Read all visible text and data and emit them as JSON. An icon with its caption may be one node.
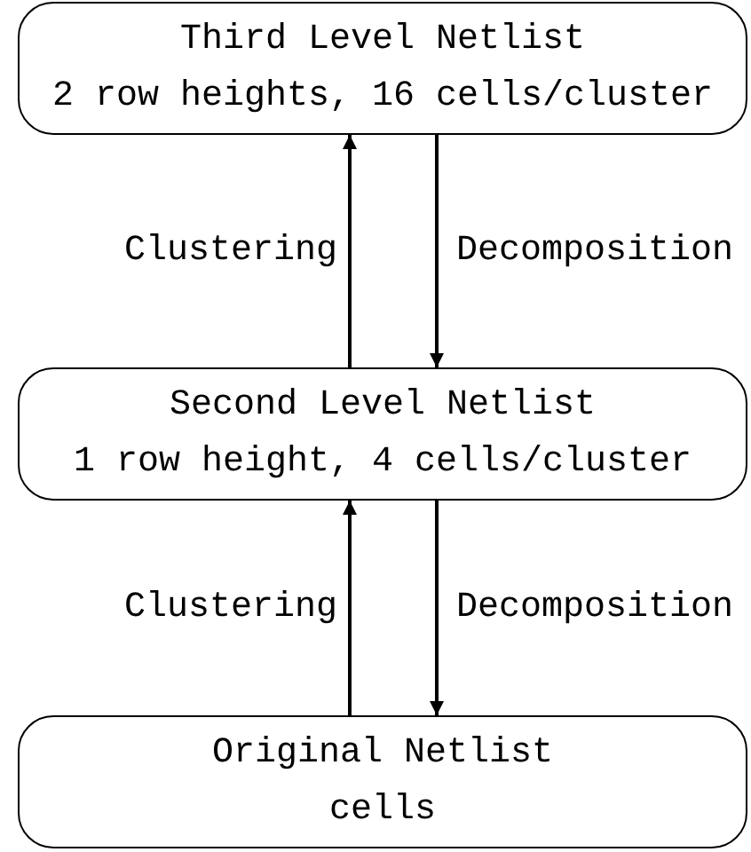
{
  "diagram": {
    "nodes": [
      {
        "text": [
          "Third Level Netlist",
          "2 row heights, 16 cells/cluster"
        ]
      },
      {
        "text": [
          "Second Level Netlist",
          "1 row height, 4 cells/cluster"
        ]
      },
      {
        "text": [
          "Original Netlist",
          "cells"
        ]
      }
    ],
    "edges": [
      {
        "from": 1,
        "to": 0,
        "arrow": "to",
        "label": "Clustering"
      },
      {
        "from": 0,
        "to": 1,
        "arrow": "to",
        "label": "Decomposition"
      },
      {
        "from": 2,
        "to": 1,
        "arrow": "to",
        "label": "Clustering"
      },
      {
        "from": 1,
        "to": 2,
        "arrow": "to",
        "label": "Decomposition"
      }
    ]
  }
}
